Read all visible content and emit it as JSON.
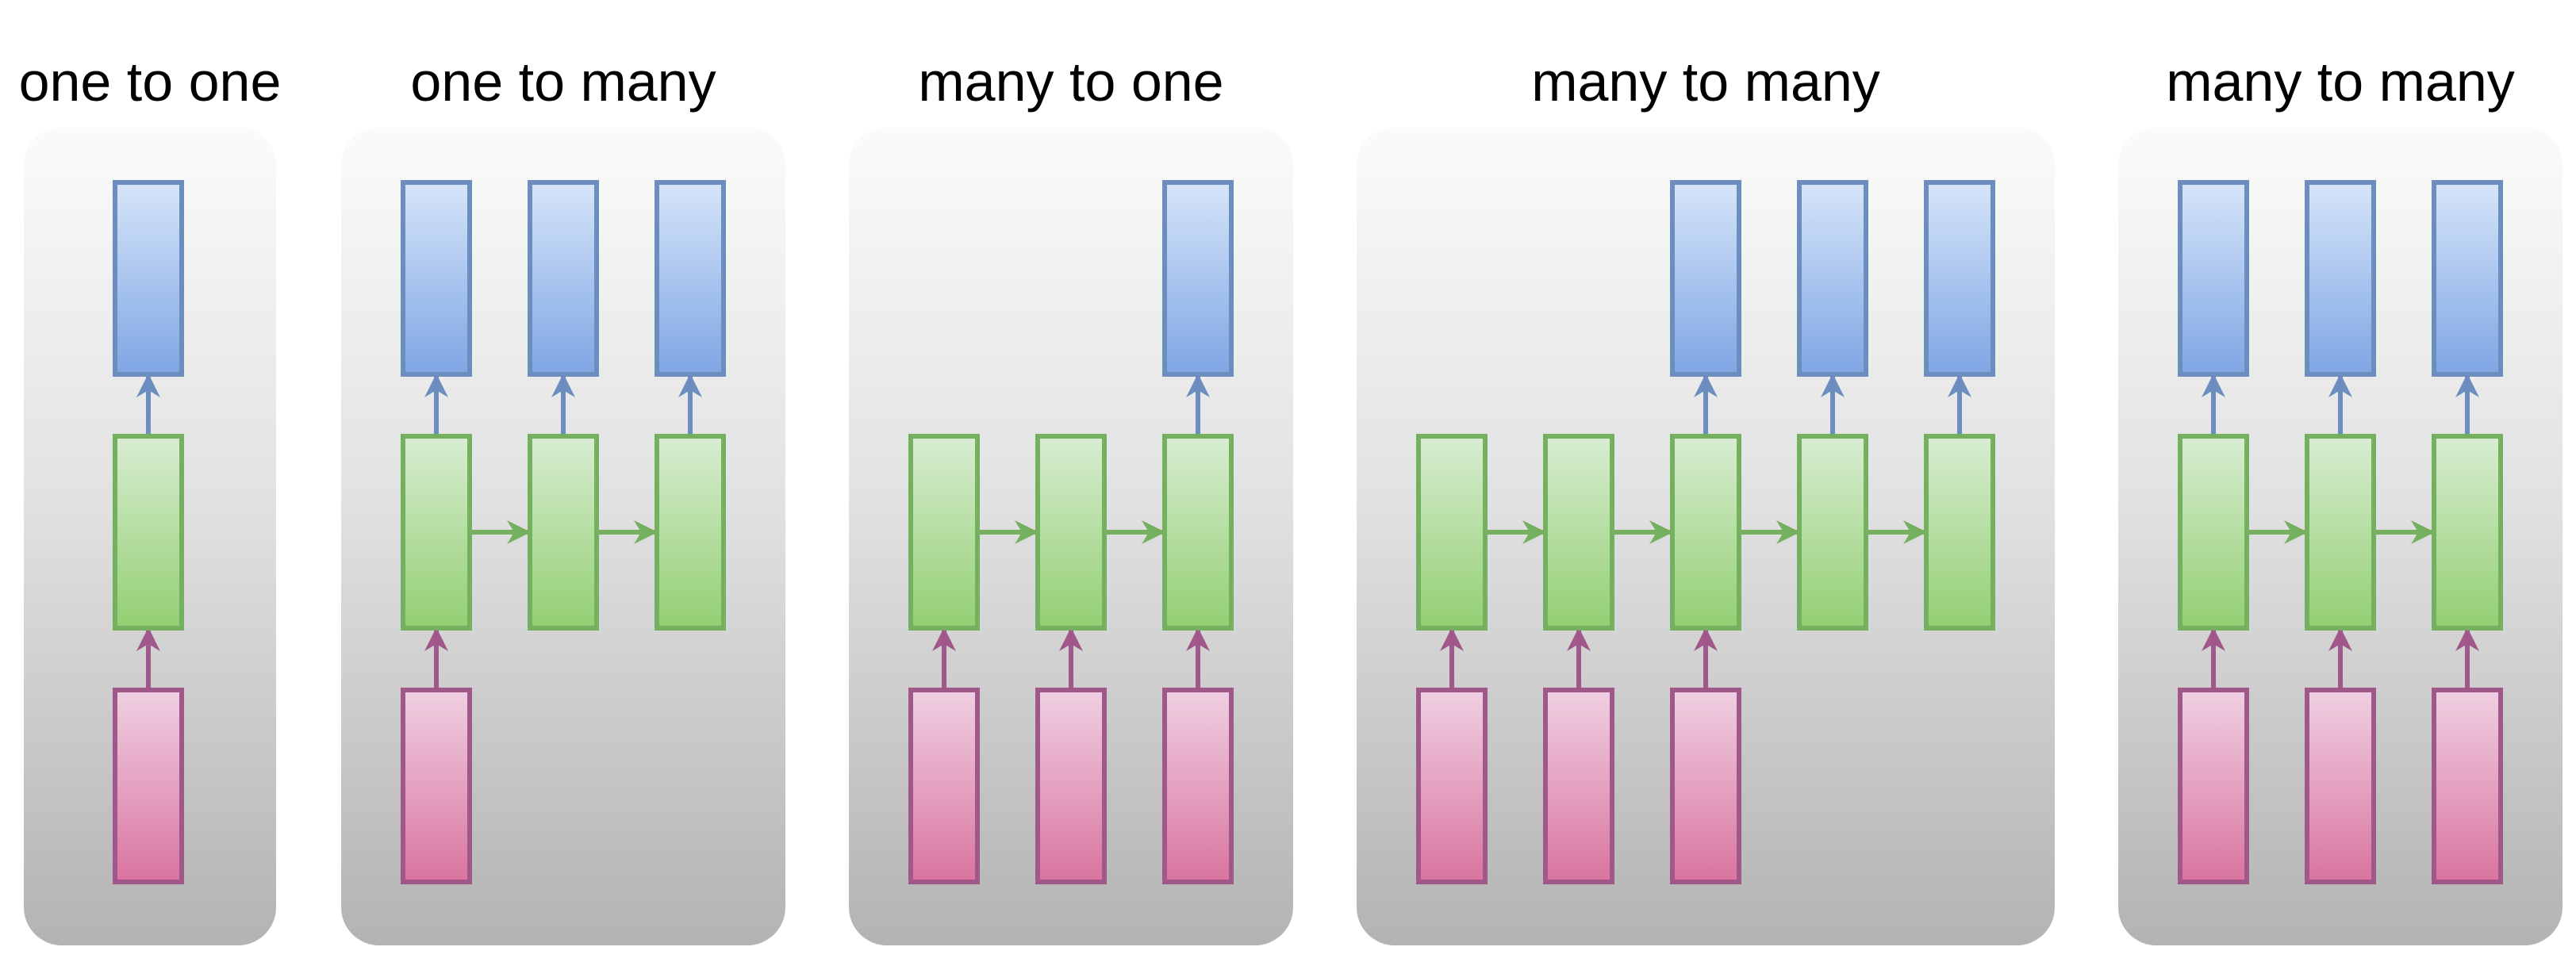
{
  "panels": [
    {
      "title": "one to one",
      "inputs": [
        0
      ],
      "hidden": [
        0
      ],
      "outputs": [
        0
      ]
    },
    {
      "title": "one to many",
      "inputs": [
        0
      ],
      "hidden": [
        0,
        1,
        2
      ],
      "outputs": [
        0,
        1,
        2
      ]
    },
    {
      "title": "many to one",
      "inputs": [
        0,
        1,
        2
      ],
      "hidden": [
        0,
        1,
        2
      ],
      "outputs": [
        2
      ]
    },
    {
      "title": "many to many",
      "inputs": [
        0,
        1,
        2
      ],
      "hidden": [
        0,
        1,
        2,
        3,
        4
      ],
      "outputs": [
        2,
        3,
        4
      ]
    },
    {
      "title": "many to many",
      "inputs": [
        0,
        1,
        2
      ],
      "hidden": [
        0,
        1,
        2
      ],
      "outputs": [
        0,
        1,
        2
      ]
    }
  ],
  "colors": {
    "input_stroke": "#A0578A",
    "input_top": "#F0D0E2",
    "input_bottom": "#D9749F",
    "hidden_stroke": "#74B060",
    "hidden_top": "#D8EDD2",
    "hidden_bottom": "#93CF72",
    "output_stroke": "#6C8EBF",
    "output_top": "#D6E5F9",
    "output_bottom": "#7FA6E4",
    "panel_top": "#FBFBFB",
    "panel_mid": "#E2E2E2",
    "panel_bottom": "#B3B3B3"
  }
}
